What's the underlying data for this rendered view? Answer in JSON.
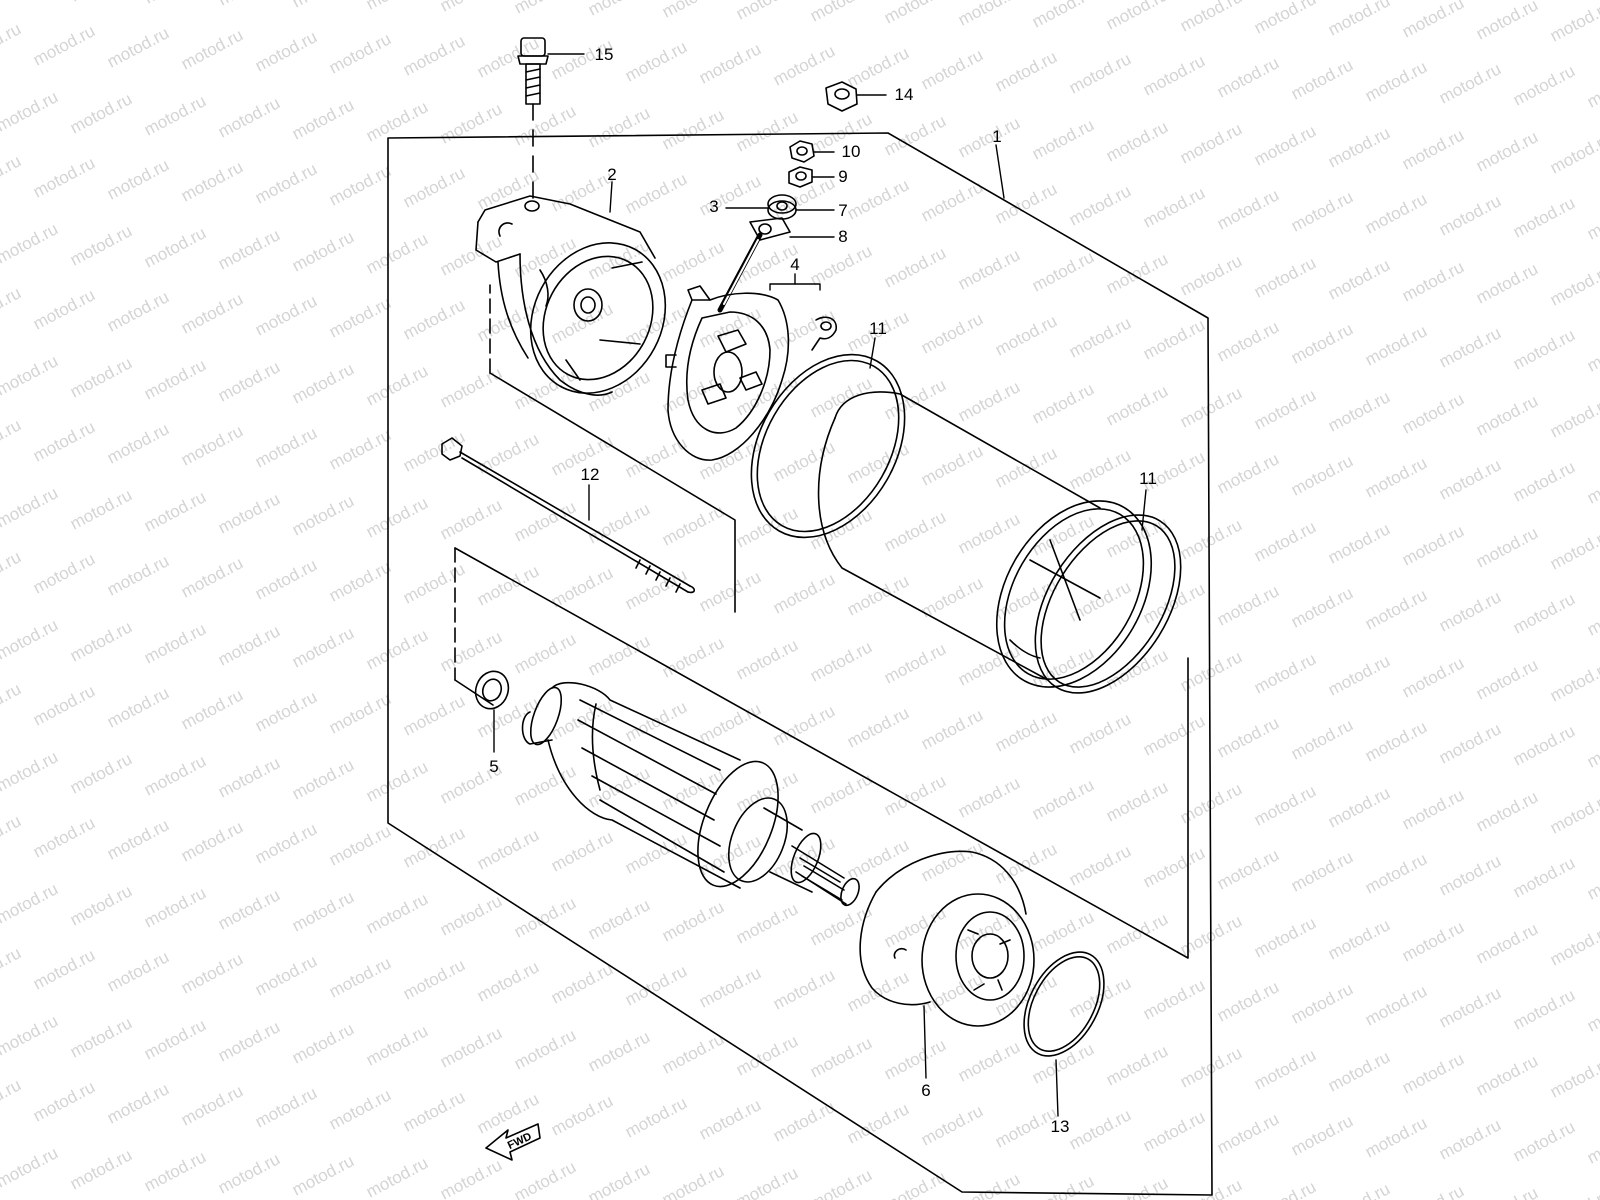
{
  "watermark": {
    "text": "motod.ru"
  },
  "callouts": [
    {
      "id": "c1",
      "label": "1"
    },
    {
      "id": "c2",
      "label": "2"
    },
    {
      "id": "c3",
      "label": "3"
    },
    {
      "id": "c4",
      "label": "4"
    },
    {
      "id": "c5",
      "label": "5"
    },
    {
      "id": "c6",
      "label": "6"
    },
    {
      "id": "c7",
      "label": "7"
    },
    {
      "id": "c8",
      "label": "8"
    },
    {
      "id": "c9",
      "label": "9"
    },
    {
      "id": "c10",
      "label": "10"
    },
    {
      "id": "c11a",
      "label": "11"
    },
    {
      "id": "c11b",
      "label": "11"
    },
    {
      "id": "c12",
      "label": "12"
    },
    {
      "id": "c13",
      "label": "13"
    },
    {
      "id": "c14",
      "label": "14"
    },
    {
      "id": "c15",
      "label": "15"
    }
  ],
  "fwd_arrow": {
    "label": "FWD"
  },
  "colors": {
    "line": "#000000",
    "watermark": "#d4d4d4",
    "background": "#ffffff"
  }
}
